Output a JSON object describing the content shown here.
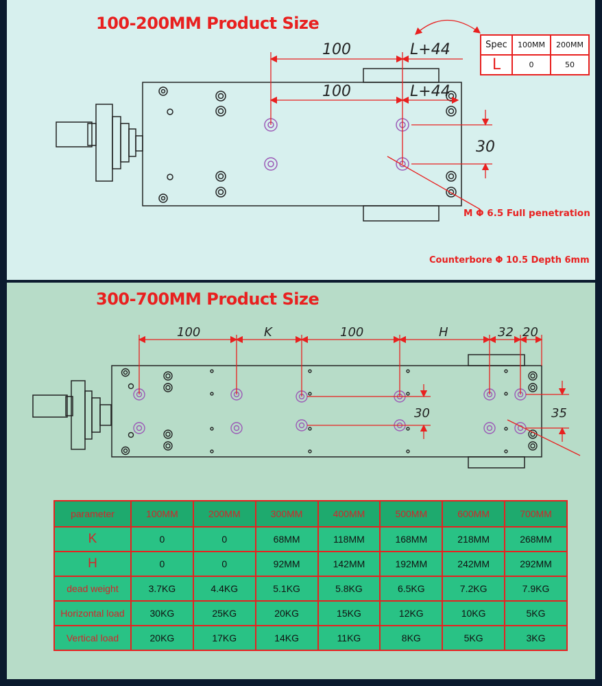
{
  "top": {
    "title": "100-200MM Product Size",
    "dims": {
      "top_100": "100",
      "top_L44": "L+44",
      "mid_100": "100",
      "mid_L44": "L+44",
      "v30": "30"
    },
    "note_hole": "M Φ 6.5 Full penetration",
    "note_counterbore": "Counterbore Φ 10.5 Depth 6mm",
    "spec_table": {
      "header": [
        "Spec",
        "100MM",
        "200MM"
      ],
      "row": [
        "L",
        "0",
        "50"
      ]
    }
  },
  "bottom": {
    "title": "300-700MM Product Size",
    "dims": {
      "d100a": "100",
      "dK": "K",
      "d100b": "100",
      "dH": "H",
      "d32": "32",
      "d20": "20",
      "v30": "30",
      "v35": "35"
    }
  },
  "params": {
    "header": [
      "parameter",
      "100MM",
      "200MM",
      "300MM",
      "400MM",
      "500MM",
      "600MM",
      "700MM"
    ],
    "rows": [
      [
        "K",
        "0",
        "0",
        "68MM",
        "118MM",
        "168MM",
        "218MM",
        "268MM"
      ],
      [
        "H",
        "0",
        "0",
        "92MM",
        "142MM",
        "192MM",
        "242MM",
        "292MM"
      ],
      [
        "dead weight",
        "3.7KG",
        "4.4KG",
        "5.1KG",
        "5.8KG",
        "6.5KG",
        "7.2KG",
        "7.9KG"
      ],
      [
        "Horizontal load",
        "30KG",
        "25KG",
        "20KG",
        "15KG",
        "12KG",
        "10KG",
        "5KG"
      ],
      [
        "Vertical load",
        "20KG",
        "17KG",
        "14KG",
        "11KG",
        "8KG",
        "5KG",
        "3KG"
      ]
    ]
  },
  "colors": {
    "accent": "#e8201f",
    "table_green": "#29c285",
    "header_green": "#1eaa6e",
    "hole": "#9b59b6"
  }
}
